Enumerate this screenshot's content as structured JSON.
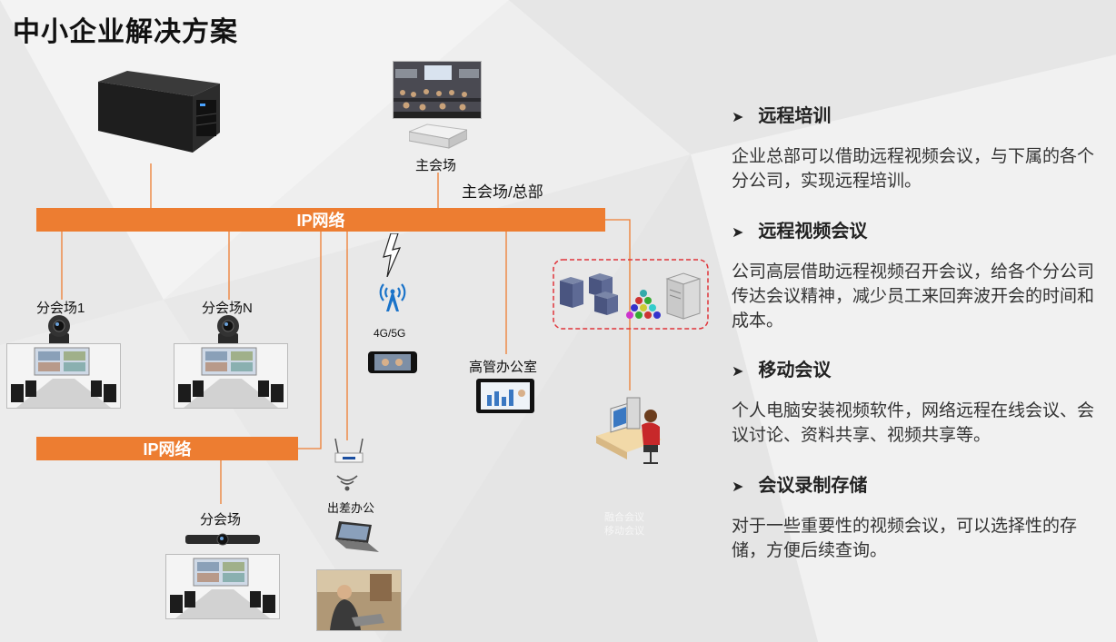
{
  "title": "中小企业解决方案",
  "network": {
    "top_bar_label": "IP网络",
    "bottom_bar_label": "IP网络"
  },
  "nodes": {
    "main_venue": "主会场",
    "hq": "主会场/总部",
    "branch_1": "分会场1",
    "branch_n": "分会场N",
    "mobile": "4G/5G",
    "exec_office": "高管办公室",
    "sub_venue": "分会场",
    "business_trip": "出差办公",
    "faint_label_1": "融合会议",
    "faint_label_2": "移动会议"
  },
  "features": [
    {
      "heading": "远程培训",
      "body": "企业总部可以借助远程视频会议，与下属的各个分公司，实现远程培训。"
    },
    {
      "heading": "远程视频会议",
      "body": "公司高层借助远程视频召开会议，给各个分公司传达会议精神，减少员工来回奔波开会的时间和成本。"
    },
    {
      "heading": "移动会议",
      "body": "个人电脑安装视频软件，网络远程在线会议、会议讨论、资料共享、视频共享等。"
    },
    {
      "heading": "会议录制存储",
      "body": "对于一些重要性的视频会议，可以选择性的存储，方便后续查询。"
    }
  ],
  "colors": {
    "accent": "#ed7d31",
    "dashed_border": "#e0343a",
    "background": "#e9e9e9"
  },
  "icons": {
    "feature_bullet": "arrowhead-bullet",
    "server_rack": "rack-server-icon",
    "wireless": "wireless-signal-icon"
  }
}
